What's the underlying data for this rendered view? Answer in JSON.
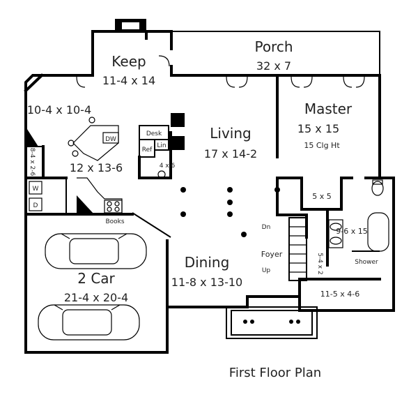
{
  "plan": {
    "title": "First Floor Plan",
    "rooms": {
      "keep": {
        "name": "Keep",
        "size": "11-4 x 14"
      },
      "porch": {
        "name": "Porch",
        "size": "32 x 7"
      },
      "master": {
        "name": "Master",
        "size": "15 x 15",
        "ceiling": "15 Clg Ht"
      },
      "living": {
        "name": "Living",
        "size": "17 x 14-2"
      },
      "breakfast": {
        "size": "10-4 x 10-4"
      },
      "kitchen": {
        "size": "12 x 13-6"
      },
      "dining": {
        "name": "Dining",
        "size": "11-8 x 13-10"
      },
      "garage": {
        "name": "2 Car",
        "size": "21-4 x 20-4"
      },
      "foyer": {
        "name": "Foyer"
      },
      "bath": {
        "size": "9-6 x 15"
      },
      "wic": {
        "size": "11-5 x 4-6"
      },
      "closet": {
        "size": "5 x 5"
      }
    },
    "labels": {
      "desk": "Desk",
      "lin": "Lin",
      "ref": "Ref",
      "pwd": "4 x 6",
      "pantry": "8-4 x 2-6",
      "dw": "DW",
      "w": "W",
      "d": "D",
      "books": "Books",
      "dn": "Dn",
      "up": "Up",
      "shower": "Shower",
      "closet2": "5-4 x 2"
    }
  }
}
